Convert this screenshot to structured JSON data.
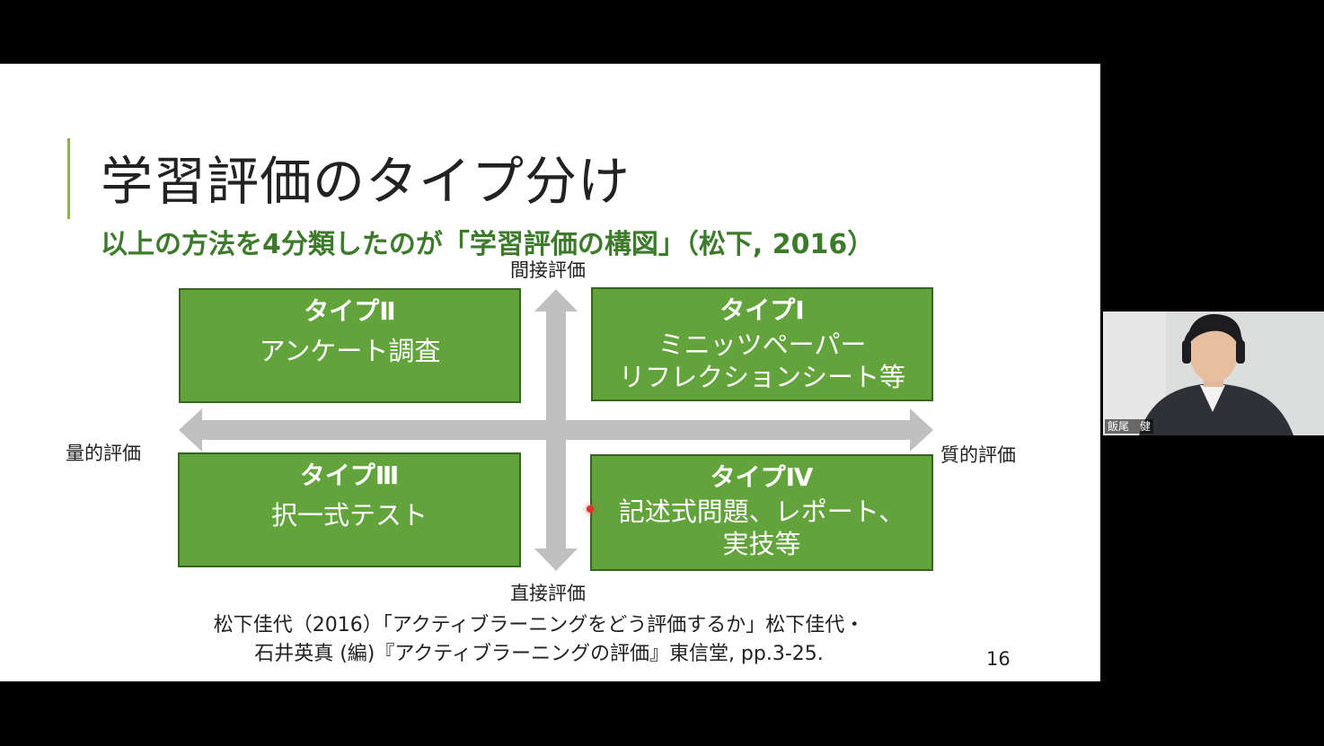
{
  "slide": {
    "title": "学習評価のタイプ分け",
    "subtitle": "以上の方法を4分類したのが「学習評価の構図」（松下, 2016）",
    "axes": {
      "top": "間接評価",
      "bottom": "直接評価",
      "left": "量的評価",
      "right": "質的評価"
    },
    "quadrants": {
      "type2": {
        "title": "タイプⅡ",
        "lines": [
          "アンケート調査"
        ]
      },
      "type1": {
        "title": "タイプⅠ",
        "lines": [
          "ミニッツペーパー",
          "リフレクションシート等"
        ]
      },
      "type3": {
        "title": "タイプⅢ",
        "lines": [
          "択一式テスト"
        ]
      },
      "type4": {
        "title": "タイプⅣ",
        "lines": [
          "記述式問題、レポート、",
          "実技等"
        ]
      }
    },
    "citation": {
      "line1": "松下佳代（2016）「アクティブラーニングをどう評価するか」松下佳代・",
      "line2": "石井英真 (編)『アクティブラーニングの評価』東信堂, pp.3-25."
    },
    "page_number": "16"
  },
  "participant": {
    "name": "飯尾　健"
  },
  "colors": {
    "quadrant_fill": "#62a33b",
    "subtitle_green": "#3d7a2b",
    "arrow_gray": "#c0c0c0"
  }
}
